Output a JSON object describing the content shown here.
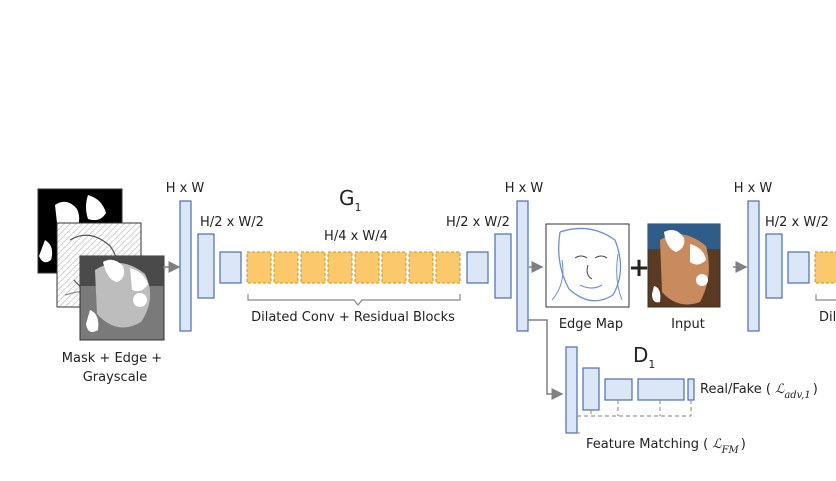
{
  "labels": {
    "g1_hw": "H x W",
    "g1_h2": "H/2 x W/2",
    "g1_h4": "H/4 x W/4",
    "g1_h2_out": "H/2 x W/2",
    "g1_hw_out": "H x W",
    "g1_name": "G",
    "g1_sub": "1",
    "dilated": "Dilated Conv + Residual Blocks",
    "input_caption_1": "Mask + Edge +",
    "input_caption_2": "Grayscale",
    "edge_map": "Edge Map",
    "input": "Input",
    "plus": "+",
    "g2_hw": "H x W",
    "g2_h2": "H/2 x W/2",
    "g2_dil": "Dil",
    "d1_name": "D",
    "d1_sub": "1",
    "realfake_pre": "Real/Fake (",
    "realfake_L": "ℒ",
    "realfake_sub": "adv,1",
    "realfake_post": ")",
    "fm_pre": "Feature Matching (",
    "fm_L": "ℒ",
    "fm_sub": "FM",
    "fm_post": ")"
  },
  "colors": {
    "block_fill": "#dbe7f7",
    "block_stroke": "#4a6fb0",
    "residual_fill": "#fbc96b",
    "residual_stroke": "#c8922a"
  }
}
